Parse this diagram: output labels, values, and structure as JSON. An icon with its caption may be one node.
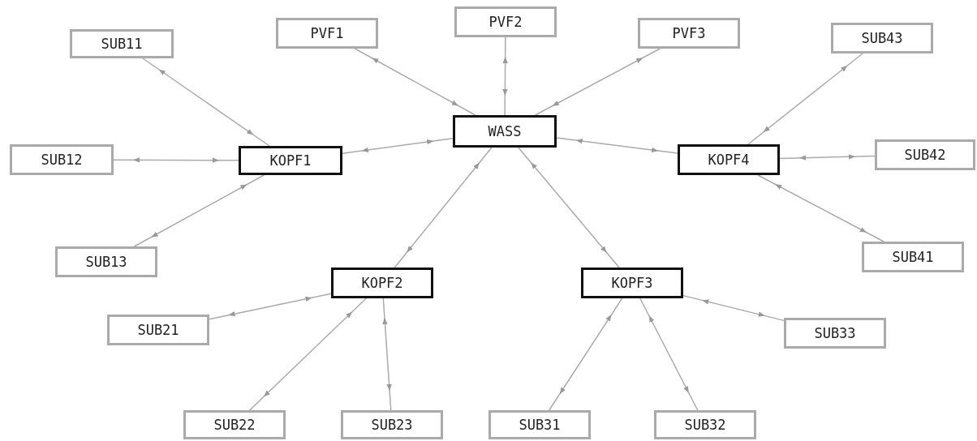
{
  "diagram": {
    "nodes": [
      {
        "text": [
          "SUB11"
        ]
      },
      {
        "text": [
          "PVF1"
        ]
      },
      {
        "text": [
          "PVF2"
        ]
      },
      {
        "text": [
          "PVF3"
        ]
      },
      {
        "text": [
          "SUB43"
        ]
      },
      {
        "text": [
          "WASS"
        ]
      },
      {
        "text": [
          "SUB12"
        ]
      },
      {
        "text": [
          "KOPF1"
        ]
      },
      {
        "text": [
          "KOPF4"
        ]
      },
      {
        "text": [
          "SUB42"
        ]
      },
      {
        "text": [
          "SUB13"
        ]
      },
      {
        "text": [
          "SUB41"
        ]
      },
      {
        "text": [
          "KOPF2"
        ]
      },
      {
        "text": [
          "KOPF3"
        ]
      },
      {
        "text": [
          "SUB21"
        ]
      },
      {
        "text": [
          "SUB33"
        ]
      },
      {
        "text": [
          "SUB22"
        ]
      },
      {
        "text": [
          "SUB23"
        ]
      },
      {
        "text": [
          "SUB31"
        ]
      },
      {
        "text": [
          "SUB32"
        ]
      }
    ],
    "edges": [
      {
        "from": 5,
        "to": 1,
        "arrow": "both"
      },
      {
        "from": 5,
        "to": 2,
        "arrow": "both"
      },
      {
        "from": 5,
        "to": 3,
        "arrow": "both"
      },
      {
        "from": 5,
        "to": 7,
        "arrow": "both"
      },
      {
        "from": 5,
        "to": 8,
        "arrow": "both"
      },
      {
        "from": 5,
        "to": 12,
        "arrow": "both"
      },
      {
        "from": 5,
        "to": 13,
        "arrow": "both"
      },
      {
        "from": 7,
        "to": 0,
        "arrow": "both"
      },
      {
        "from": 7,
        "to": 6,
        "arrow": "both"
      },
      {
        "from": 7,
        "to": 10,
        "arrow": "both"
      },
      {
        "from": 8,
        "to": 4,
        "arrow": "both"
      },
      {
        "from": 8,
        "to": 9,
        "arrow": "both"
      },
      {
        "from": 8,
        "to": 11,
        "arrow": "both"
      },
      {
        "from": 12,
        "to": 14,
        "arrow": "both"
      },
      {
        "from": 12,
        "to": 16,
        "arrow": "both"
      },
      {
        "from": 12,
        "to": 17,
        "arrow": "both"
      },
      {
        "from": 13,
        "to": 18,
        "arrow": "both"
      },
      {
        "from": 13,
        "to": 19,
        "arrow": "both"
      },
      {
        "from": 13,
        "to": 15,
        "arrow": "both"
      }
    ]
  }
}
